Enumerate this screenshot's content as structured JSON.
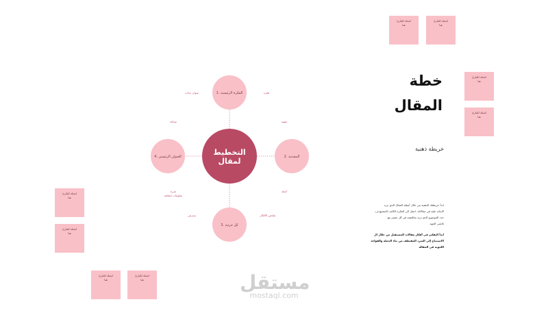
{
  "title_line1": "خطة",
  "title_line2": "المقال",
  "subtitle": "خريطة ذهنية",
  "description": [
    "ابدأ خريطتك الذهنية من خلال أسئلة المقال الذي تريد",
    "الإجابة عليه في مقالاتك. انتقل الى الفكرة الكاتب المستهدف،",
    "حدد الموضوع الذي تريد مناقشته في كل عنصر مع",
    "تلاشى الجهد."
  ],
  "description_bold": [
    "ابدأ التفكير في أفكار مقالات المستقبل من خلال ال",
    "الاستنتاج إلى السرد المقتطف من بناء الجملة والقواعد",
    "اللغوية في المقالة"
  ],
  "mindmap": {
    "center": [
      "التخطيط",
      "لمقال"
    ],
    "nodes": [
      {
        "label": "1. الفكرة الرئيسية"
      },
      {
        "label": "2. المقدمة"
      },
      {
        "label": "3. كل جزئية"
      },
      {
        "label": "4. العنوان الرئيسي"
      }
    ],
    "annotations": [
      {
        "text": "عنوان جذاب"
      },
      {
        "text": "فكرة"
      },
      {
        "text": "صياغة"
      },
      {
        "text": "تمهيد"
      },
      {
        "text": "أمثلة"
      },
      {
        "text": "وعرض"
      },
      {
        "text": "ملخص الأفكار"
      },
      {
        "text": "شرح"
      },
      {
        "text": "معلومات إضافية"
      }
    ]
  },
  "stickies": [
    {
      "line1": "اسئلة للقارئ",
      "line2": "هنا"
    },
    {
      "line1": "اسئلة للقارئ",
      "line2": "هنا"
    },
    {
      "line1": "اسئلة للقارئ",
      "line2": "هنا"
    },
    {
      "line1": "اسئلة للقارئ",
      "line2": "هنا"
    },
    {
      "line1": "اسئلة للقارئ",
      "line2": "هنا"
    },
    {
      "line1": "اسئلة للقارئ",
      "line2": "هنا"
    },
    {
      "line1": "اسئلة للقارئ",
      "line2": "هنا"
    },
    {
      "line1": "اسئلة للقارئ",
      "line2": "هنا"
    }
  ],
  "logo": {
    "arabic": "مستقل",
    "latin": "mostaql.com"
  },
  "colors": {
    "center": "#b94a64",
    "node": "#f9c0c8",
    "sticky": "#f9c0c8",
    "accent": "#c0506a"
  }
}
